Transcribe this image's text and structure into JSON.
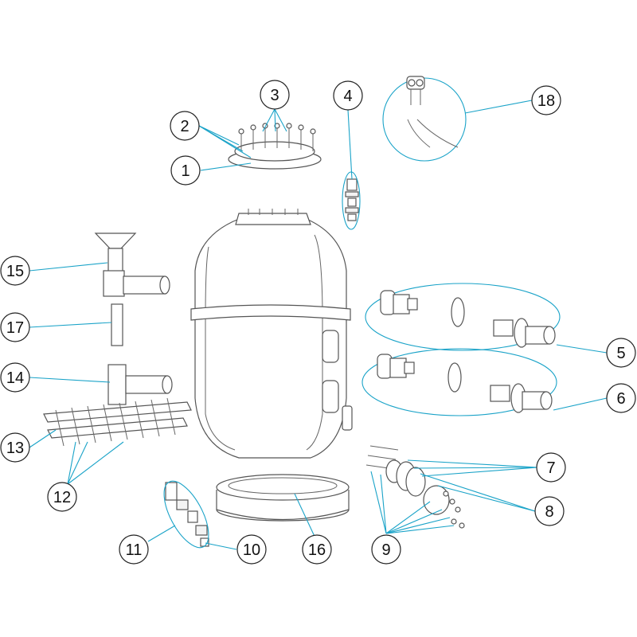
{
  "diagram": {
    "callouts": [
      {
        "id": "c1",
        "label": "1"
      },
      {
        "id": "c2",
        "label": "2"
      },
      {
        "id": "c3",
        "label": "3"
      },
      {
        "id": "c4",
        "label": "4"
      },
      {
        "id": "c5",
        "label": "5"
      },
      {
        "id": "c6",
        "label": "6"
      },
      {
        "id": "c7",
        "label": "7"
      },
      {
        "id": "c8",
        "label": "8"
      },
      {
        "id": "c9",
        "label": "9"
      },
      {
        "id": "c10",
        "label": "10"
      },
      {
        "id": "c11",
        "label": "11"
      },
      {
        "id": "c12",
        "label": "12"
      },
      {
        "id": "c13",
        "label": "13"
      },
      {
        "id": "c14",
        "label": "14"
      },
      {
        "id": "c15",
        "label": "15"
      },
      {
        "id": "c16",
        "label": "16"
      },
      {
        "id": "c17",
        "label": "17"
      },
      {
        "id": "c18",
        "label": "18"
      }
    ],
    "leader_color": "#1aa3c8",
    "outline_color": "#555555"
  }
}
